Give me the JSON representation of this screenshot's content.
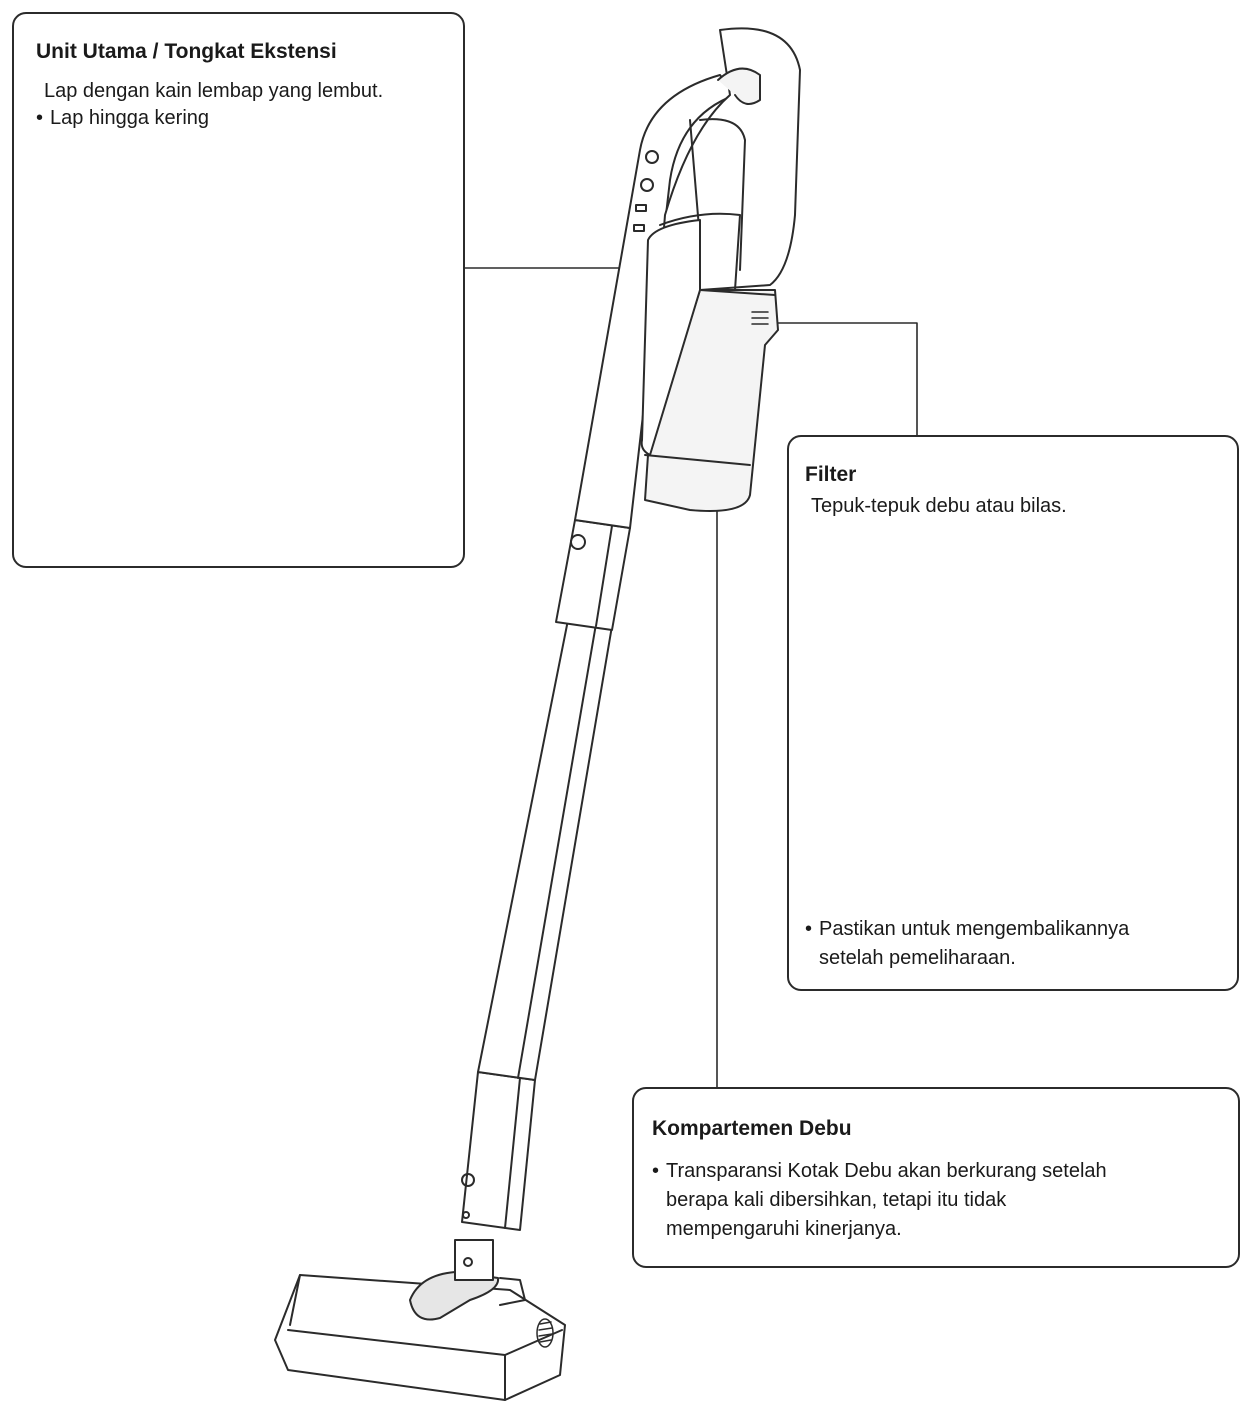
{
  "callouts": {
    "main_unit": {
      "title": "Unit Utama / Tongkat Ekstensi",
      "description": "Lap dengan kain lembap yang lembut.",
      "bullet": "Lap hingga kering"
    },
    "filter": {
      "title": "Filter",
      "description": "Tepuk-tepuk debu atau bilas.",
      "bullet_line1": "Pastikan untuk mengembalikannya",
      "bullet_line2": "setelah pemeliharaan."
    },
    "dust_compartment": {
      "title": "Kompartemen Debu",
      "bullet_line1": "Transparansi Kotak Debu akan berkurang setelah",
      "bullet_line2": "berapa kali dibersihkan, tetapi itu tidak",
      "bullet_line3": "mempengaruhi kinerjanya."
    }
  },
  "colors": {
    "line": "#2b2b2b",
    "fill_light": "#f4f4f4",
    "fill_mid": "#e6e6e6"
  }
}
